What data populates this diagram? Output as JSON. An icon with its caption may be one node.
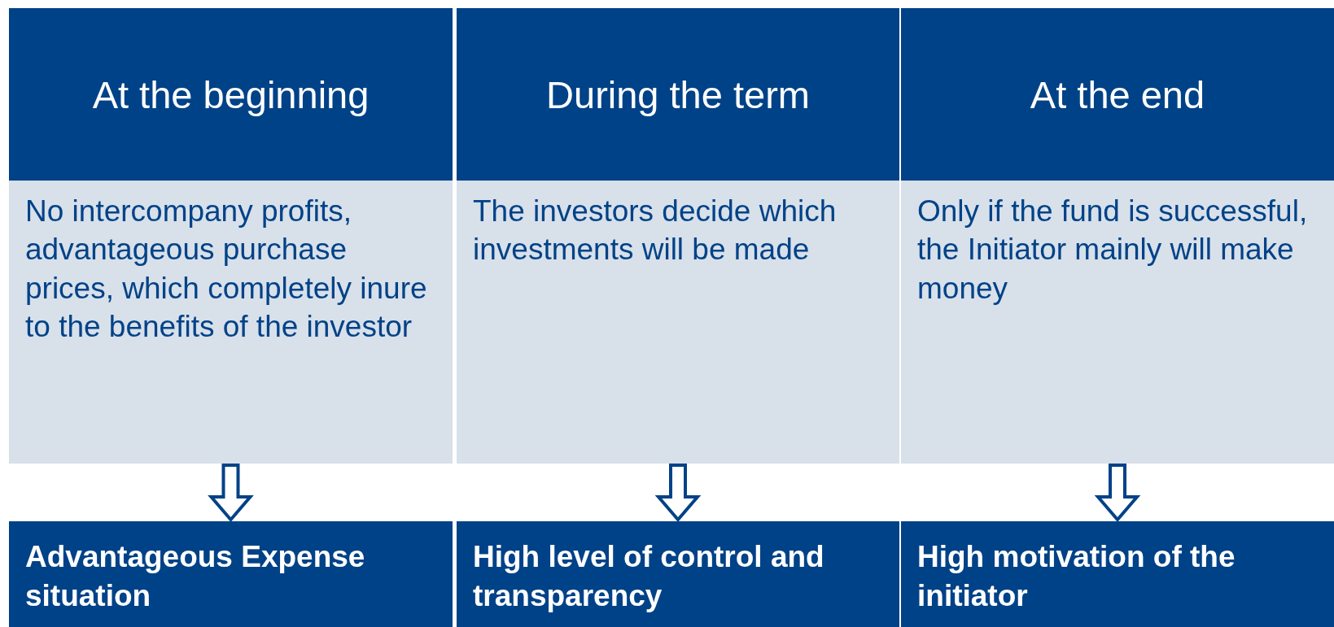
{
  "diagram": {
    "nodes": [
      {
        "text": [
          "At the beginning"
        ]
      },
      {
        "text": [
          "During the term"
        ]
      },
      {
        "text": [
          "At the end"
        ]
      },
      {
        "text": [
          "No intercompany profits, advantageous purchase prices, which completely inure to the benefits of the investor"
        ]
      },
      {
        "text": [
          "The investors decide which investments will be made"
        ]
      },
      {
        "text": [
          "Only if the fund is successful, the Initiator mainly will make money"
        ]
      },
      {
        "text": [
          "Advantageous Expense situation"
        ]
      },
      {
        "text": [
          "High level of control and transparency"
        ]
      },
      {
        "text": [
          "High motivation of the initiator"
        ]
      }
    ],
    "edges": [
      {
        "from": 3,
        "to": 6,
        "arrow": "to"
      },
      {
        "from": 4,
        "to": 7,
        "arrow": "to"
      },
      {
        "from": 5,
        "to": 8,
        "arrow": "to"
      }
    ]
  }
}
